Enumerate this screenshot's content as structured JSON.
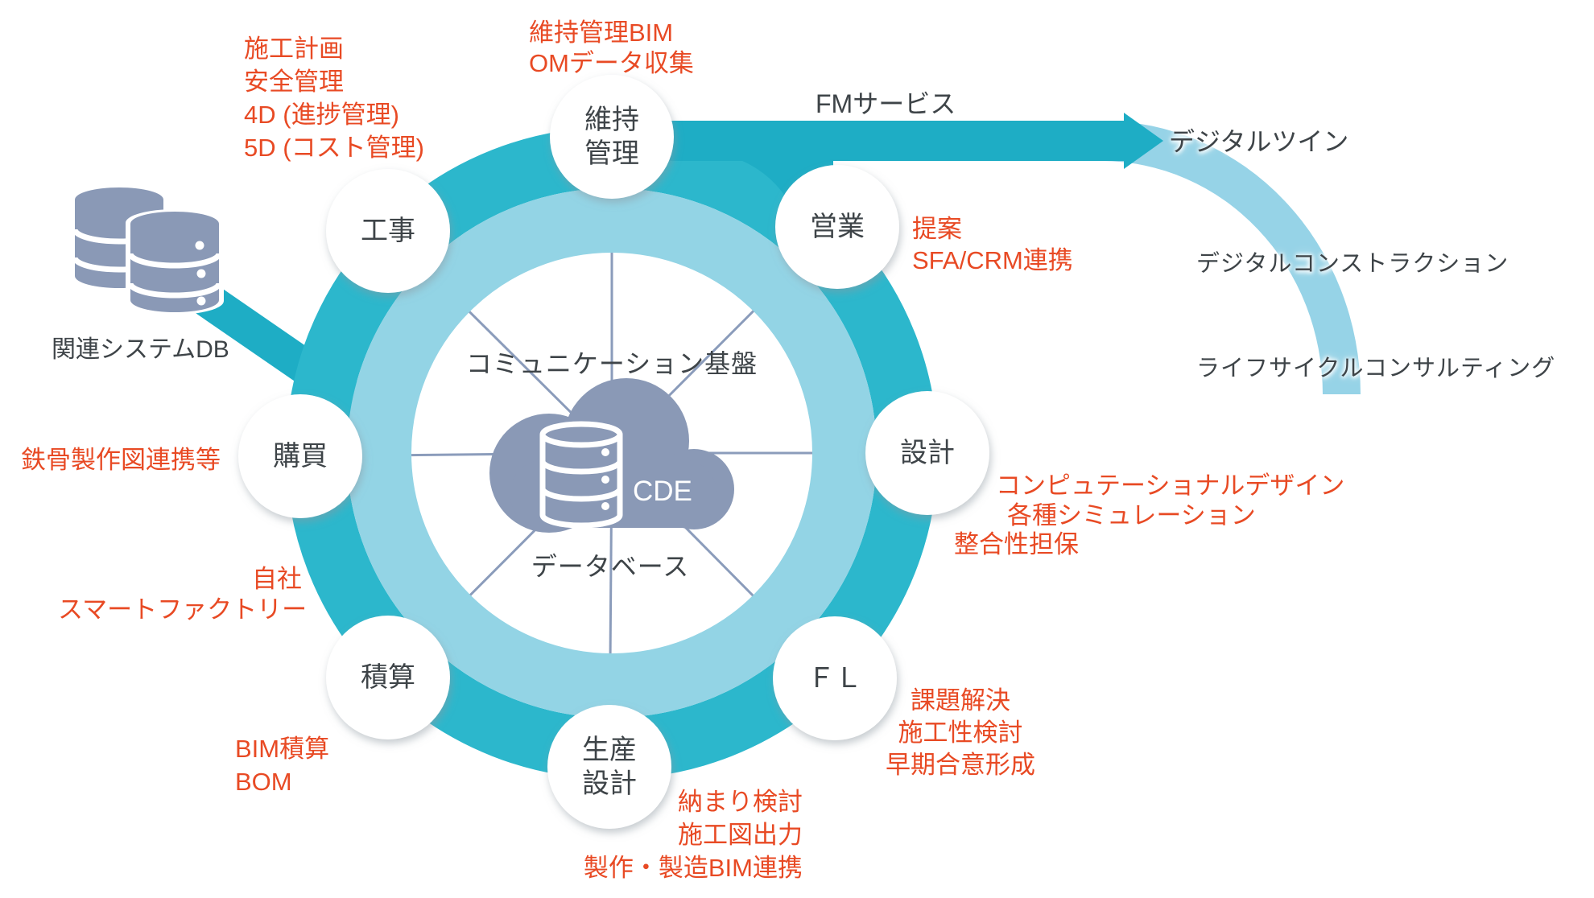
{
  "colors": {
    "ring_dark": "#2CB7CC",
    "ring_light": "#93D4E5",
    "arrow_teal": "#1EADC5",
    "curve_light": "#96D3E7",
    "icon_slate": "#8A99B6",
    "spoke": "#8B9CBB",
    "text_dark": "#3E4448",
    "text_red": "#E84A24",
    "node_fill": "#FFFFFF"
  },
  "center": {
    "platform_label": "コミュニケーション基盤",
    "cde_label": "CDE",
    "database_label": "データベース"
  },
  "nodes": [
    {
      "id": "maintenance",
      "lines": [
        "維持",
        "管理"
      ]
    },
    {
      "id": "sales",
      "lines": [
        "営業"
      ]
    },
    {
      "id": "design",
      "lines": [
        "設計"
      ]
    },
    {
      "id": "fl",
      "lines": [
        "ＦＬ"
      ]
    },
    {
      "id": "production-design",
      "lines": [
        "生産",
        "設計"
      ]
    },
    {
      "id": "estimation",
      "lines": [
        "積算"
      ]
    },
    {
      "id": "procurement",
      "lines": [
        "購買"
      ]
    },
    {
      "id": "construction",
      "lines": [
        "工事"
      ]
    }
  ],
  "notes": {
    "maintenance": {
      "lines": [
        "維持管理BIM",
        "OMデータ収集"
      ]
    },
    "construction": {
      "lines": [
        "施工計画",
        "安全管理",
        "4D (進捗管理)",
        "5D (コスト管理)"
      ]
    },
    "sales": {
      "lines": [
        "提案",
        "SFA/CRM連携"
      ]
    },
    "design": {
      "lines": [
        "コンピュテーショナルデザイン",
        "各種シミュレーション",
        "整合性担保"
      ]
    },
    "fl": {
      "lines": [
        "課題解決",
        "施工性検討",
        "早期合意形成"
      ]
    },
    "production_design": {
      "lines": [
        "納まり検討",
        "施工図出力",
        "製作・製造BIM連携"
      ]
    },
    "estimation": {
      "lines": [
        "BIM積算",
        "BOM"
      ]
    },
    "factory": {
      "lines": [
        "自社",
        "スマートファクトリー"
      ]
    },
    "procurement": {
      "lines": [
        "鉄骨製作図連携等"
      ]
    }
  },
  "external": {
    "db_label": "関連システムDB",
    "fm_label": "FMサービス",
    "right_labels": [
      "デジタルツイン",
      "デジタルコンストラクション",
      "ライフサイクルコンサルティング"
    ]
  }
}
